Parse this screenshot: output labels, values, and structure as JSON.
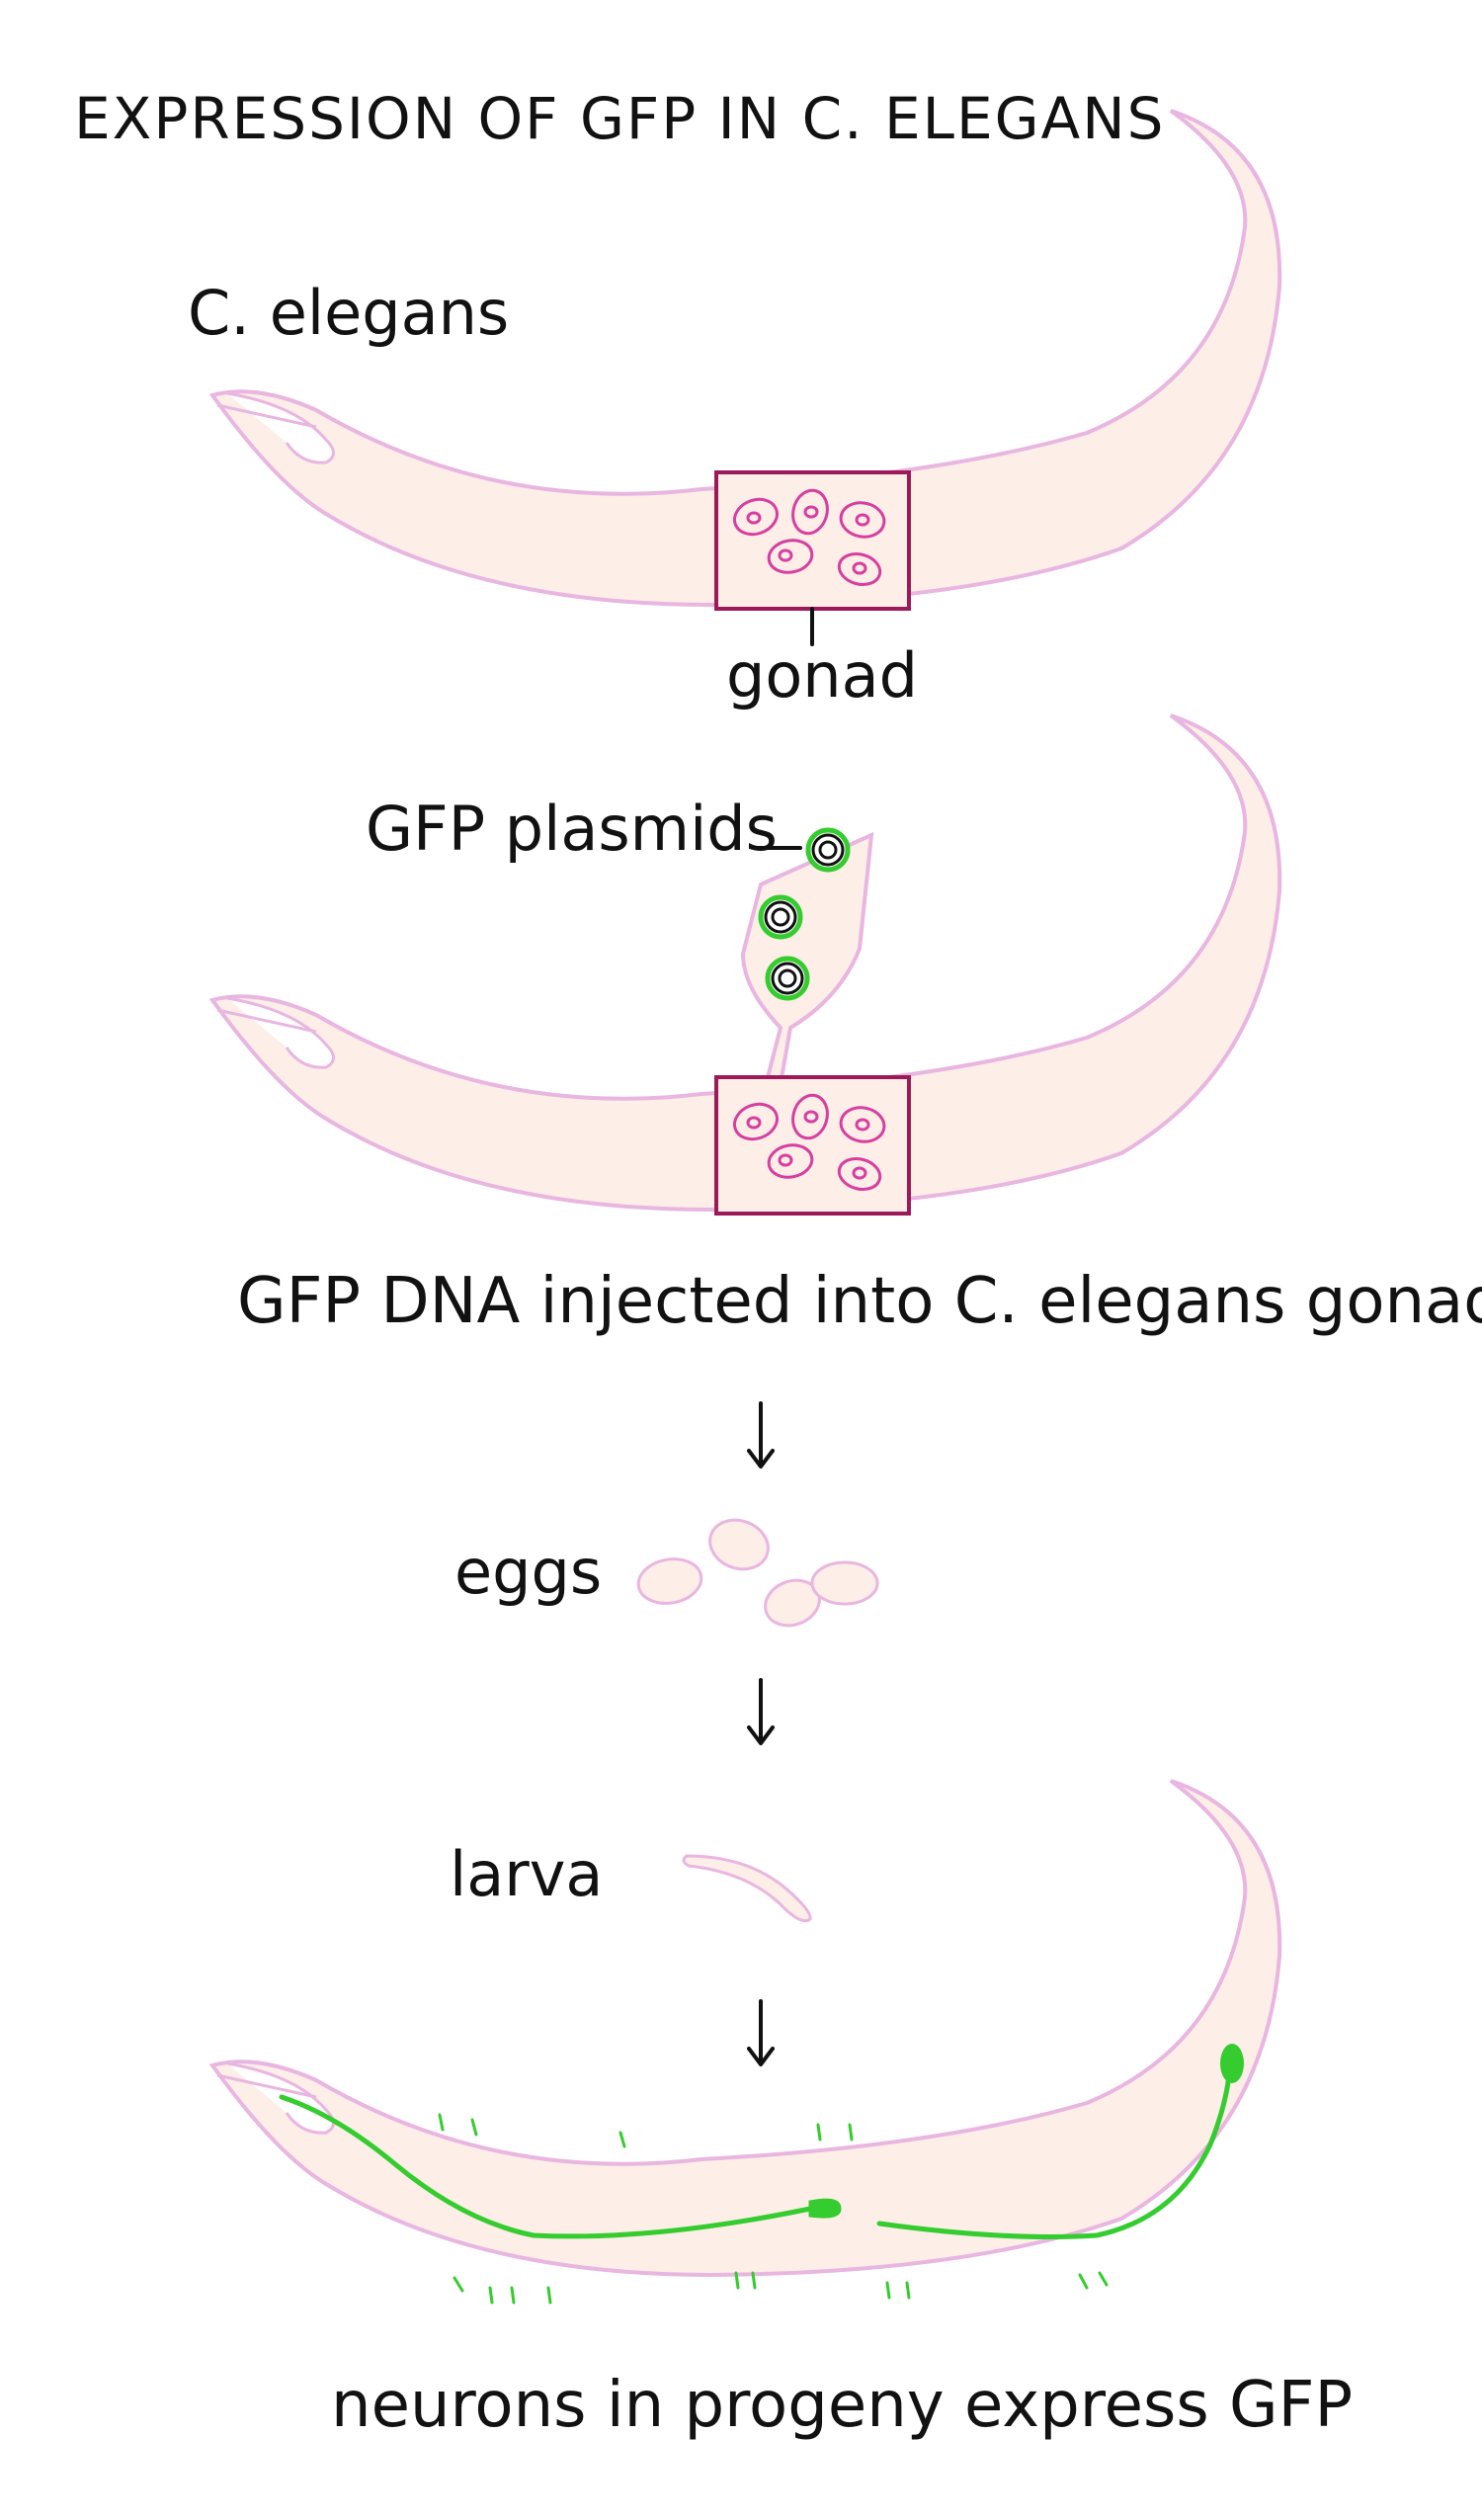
{
  "title": "EXPRESSION OF GFP IN C. ELEGANS",
  "labels": {
    "c_elegans": "C. elegans",
    "gonad": "gonad",
    "gfp_plasmids": "GFP plasmids",
    "injection_caption": "GFP DNA injected into C. elegans gonad",
    "eggs": "eggs",
    "larva": "larva",
    "final_caption": "neurons in progeny express GFP"
  },
  "colors": {
    "worm_fill": "#fdeee8",
    "worm_outline": "#e8b6e0",
    "gonad_box": "#9c1a5a",
    "cells": "#d63fa0",
    "gfp_green": "#35cc2f",
    "ink": "#111111",
    "background": "#ffffff"
  },
  "icons": {
    "flow_arrow": "down-arrow-icon",
    "plasmid": "plasmid-icon"
  }
}
